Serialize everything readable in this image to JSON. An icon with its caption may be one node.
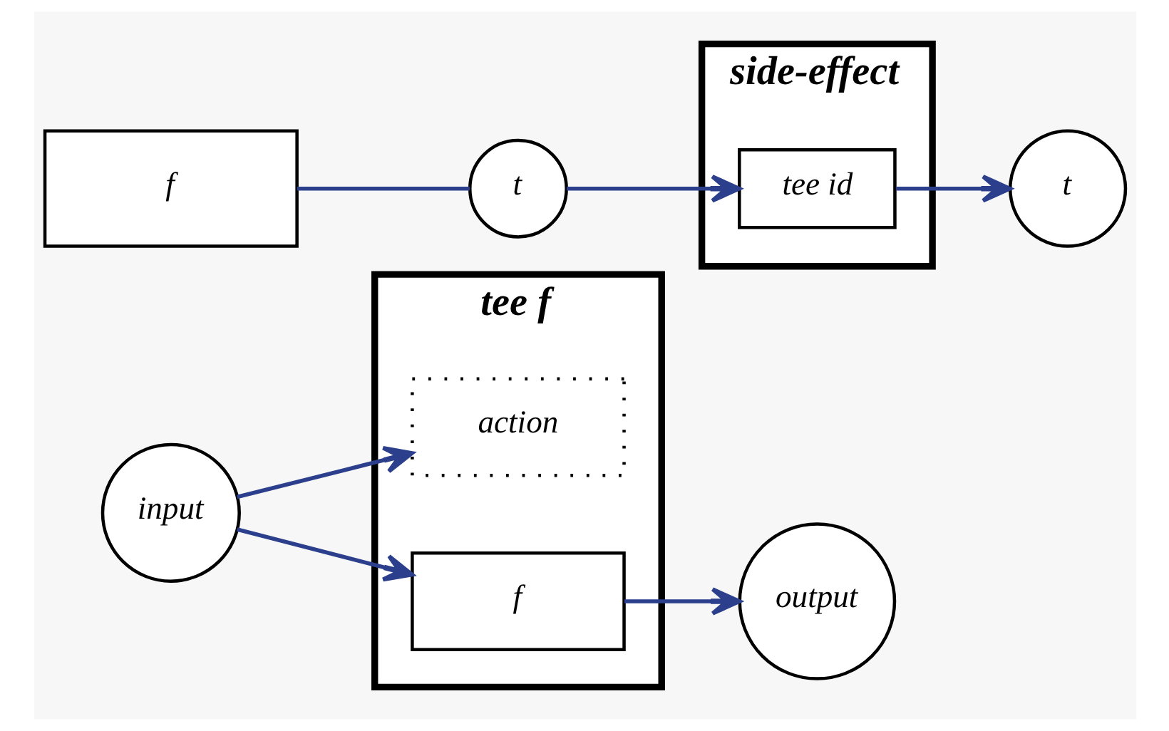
{
  "diagram": {
    "nodes": [
      {
        "text": [
          "tee f"
        ]
      },
      {
        "text": [
          "input"
        ]
      },
      {
        "text": [
          "action"
        ],
        "in": 0
      },
      {
        "text": [
          "f"
        ],
        "in": 0
      },
      {
        "text": [
          "output"
        ]
      },
      {
        "text": [
          "f"
        ]
      },
      {
        "text": [
          "t"
        ]
      },
      {
        "text": [
          "side-effect"
        ]
      },
      {
        "text": [
          "tee id"
        ],
        "in": 7
      },
      {
        "text": [
          "t"
        ]
      }
    ],
    "edges": [
      {
        "from": 1,
        "to": 2,
        "arrow": "to"
      },
      {
        "from": 1,
        "to": 3,
        "arrow": "to"
      },
      {
        "from": 3,
        "to": 4,
        "arrow": "to"
      },
      {
        "from": 5,
        "to": 6,
        "arrow": "none"
      },
      {
        "from": 6,
        "to": 8,
        "arrow": "to"
      },
      {
        "from": 8,
        "to": 9,
        "arrow": "to"
      }
    ]
  }
}
